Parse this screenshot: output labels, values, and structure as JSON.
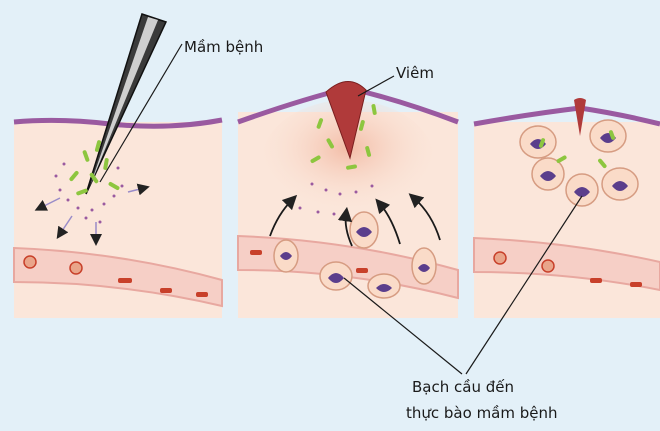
{
  "labels": {
    "pathogen": "Mầm bệnh",
    "inflammation": "Viêm",
    "wbc_line1": "Bạch cầu đến",
    "wbc_line2": "thực bào mầm bệnh"
  },
  "colors": {
    "background": "#e3f0f8",
    "tissue": "#fbe6da",
    "skin_edge": "#9a5aa0",
    "vessel": "#f6cfc6",
    "vessel_wall": "#e8a8a0",
    "bacteria": "#8dc63f",
    "wbc_body": "#fadbc8",
    "wbc_nucleus": "#5b3e8c",
    "rbc": "#c8402a",
    "wound": "#b03a3a"
  }
}
